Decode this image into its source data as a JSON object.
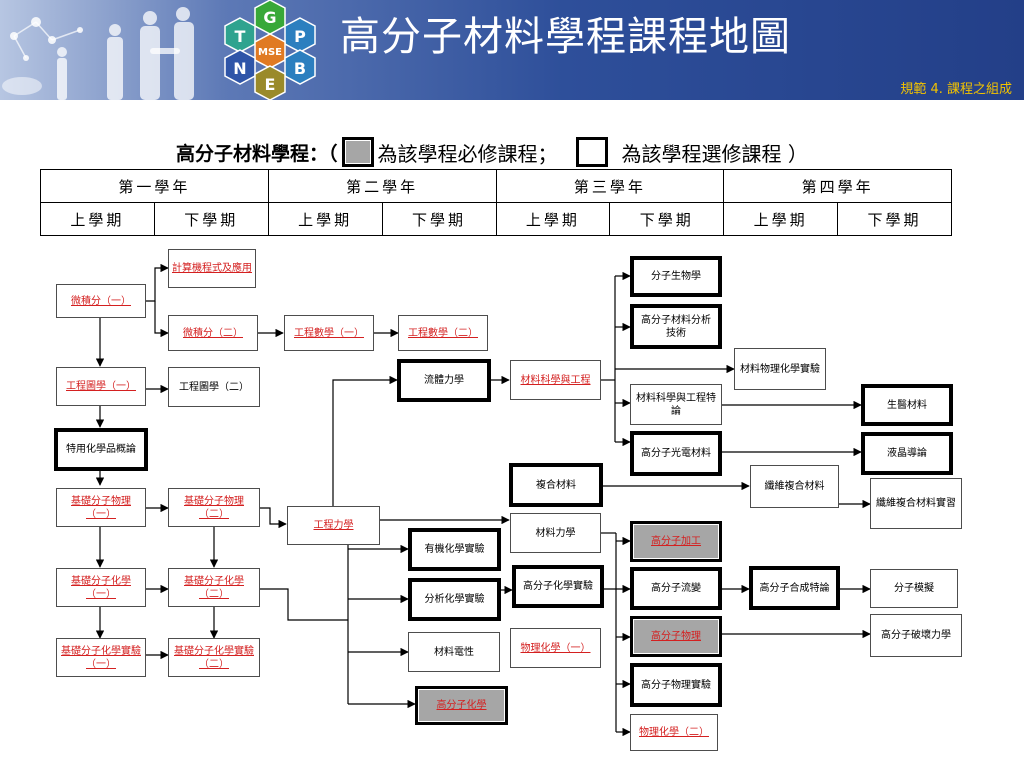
{
  "header": {
    "title": "高分子材料學程課程地圖",
    "subtitle": "規範 4. 課程之組成",
    "logo_letters": [
      "G",
      "T",
      "P",
      "MSE",
      "N",
      "B",
      "E"
    ]
  },
  "legend": {
    "heading": "高分子材料學程：（",
    "required_text": "為該學程必修課程；",
    "elective_text": "為該學程選修課程 ）"
  },
  "years": [
    "第一學年",
    "第二學年",
    "第三學年",
    "第四學年"
  ],
  "semesters": [
    "上學期",
    "下學期",
    "上學期",
    "下學期",
    "上學期",
    "下學期",
    "上學期",
    "下學期"
  ],
  "colors": {
    "link": "#d42020",
    "required_fill": "#a6a6a6",
    "subtitle": "#f2c200",
    "banner": "#2e4f9a"
  },
  "courses": {
    "computer": "計算機程式及應用",
    "calc1": "微積分（一）",
    "calc2": "微積分（二）",
    "engmath1": "工程數學（一）",
    "engmath2": "工程數學（二）",
    "draw1": "工程圖學（一）",
    "draw2": "工程圖學（二）",
    "chemintro": "特用化學品概論",
    "phys1": "基礎分子物理（一）",
    "phys2": "基礎分子物理（二）",
    "chem1": "基礎分子化學（一）",
    "chem2": "基礎分子化學（二）",
    "chemlab1": "基礎分子化學實驗（一）",
    "chemlab2": "基礎分子化學實驗（二）",
    "mechanics": "工程力學",
    "fluid": "流體力學",
    "matsci": "材料科學與工程",
    "composite": "複合材料",
    "matmech": "材料力學",
    "orglab": "有機化學實驗",
    "analab": "分析化學實驗",
    "elec": "材料電性",
    "polychem": "高分子化學",
    "polychemlab": "高分子化學實驗",
    "physchem1": "物理化學（一）",
    "physchem2": "物理化學（二）",
    "biopoly": "分子生物學",
    "analysis": "高分子材料分析技術",
    "matsci_topic": "材料科學與工程特論",
    "optoelec": "高分子光電材料",
    "processing": "高分子加工",
    "rheology": "高分子流變",
    "polyphys": "高分子物理",
    "polyphyslab": "高分子物理實驗",
    "matphyschemlab": "材料物理化學實驗",
    "fibercomp": "纖維複合材料",
    "synthesis": "高分子合成特論",
    "biomed": "生醫材料",
    "lcd": "液晶導論",
    "fibercomplab": "纖維複合材料實習",
    "simulation": "分子模擬",
    "fracture": "高分子破壞力學"
  }
}
